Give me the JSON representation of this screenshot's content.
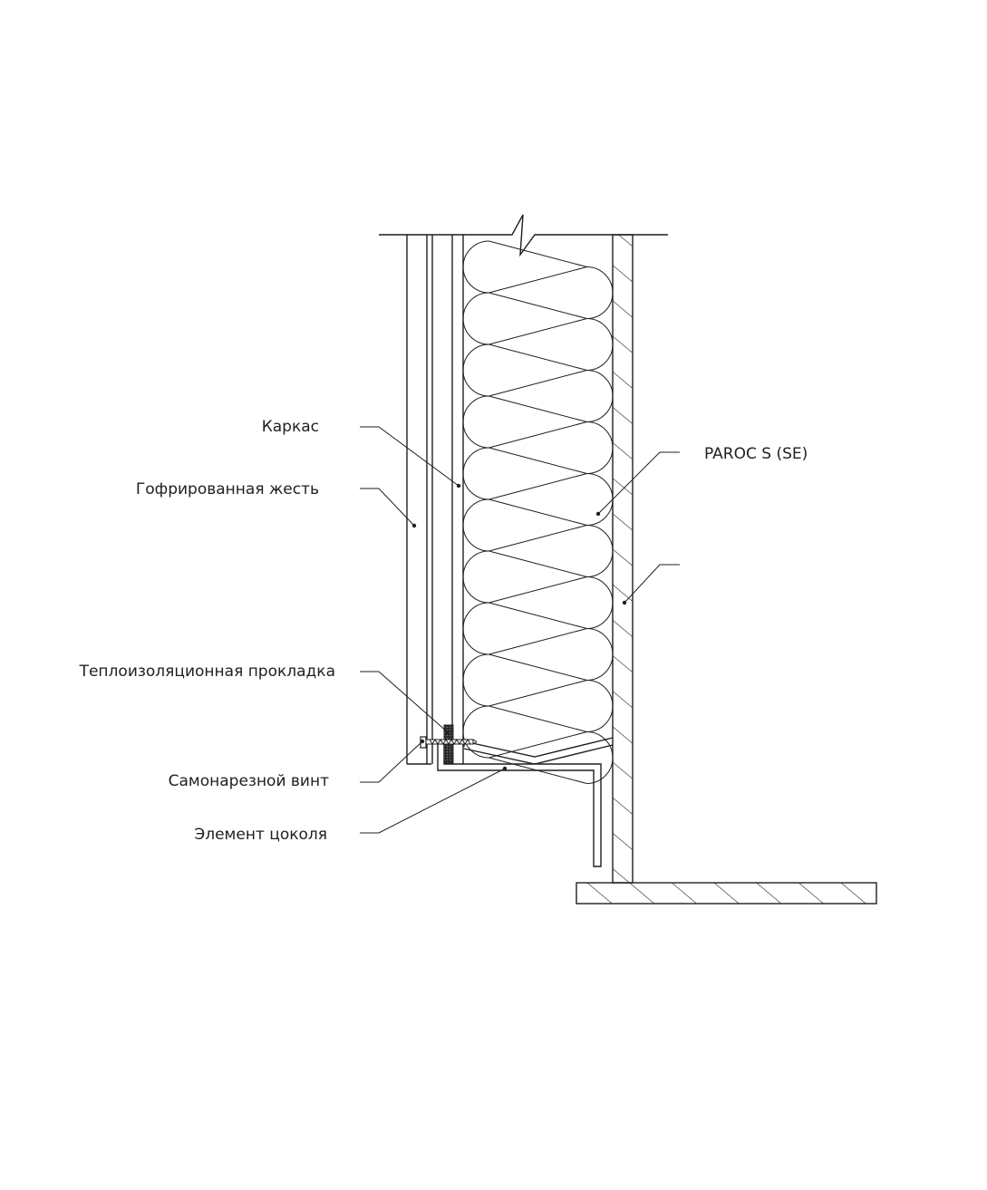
{
  "labels": {
    "frame": "Каркас",
    "corrugated_sheet": "Гофрированная жесть",
    "insulation": "PAROC S (SE)",
    "thermal_pad": "Теплоизоляционная прокладка",
    "screw": "Самонарезной винт",
    "plinth_element": "Элемент цоколя"
  },
  "colors": {
    "line": "#1f1f1f",
    "background": "#ffffff",
    "pad": "#2a2a2a"
  }
}
